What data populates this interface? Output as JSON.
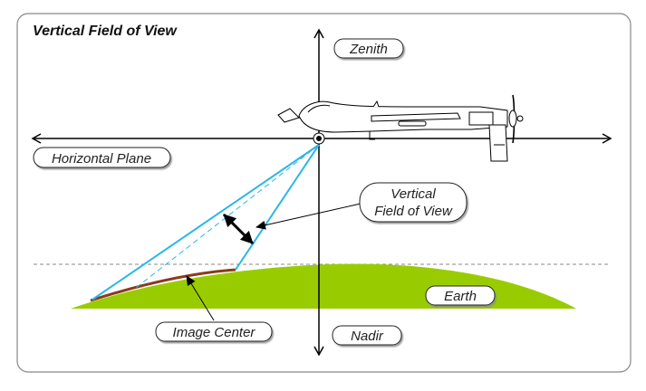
{
  "title": "Vertical Field of View",
  "labels": {
    "zenith": "Zenith",
    "nadir": "Nadir",
    "horizontal_plane": "Horizontal Plane",
    "vfov_line1": "Vertical",
    "vfov_line2": "Field of View",
    "earth": "Earth",
    "image_center": "Image Center"
  },
  "colors": {
    "fov_lines": "#29b6e8",
    "earth_fill": "#99cc00",
    "earth_surface_coverage": "#8b3a1a",
    "frame_border": "#888888"
  },
  "icons": {
    "aircraft": "uav-aircraft-icon"
  }
}
